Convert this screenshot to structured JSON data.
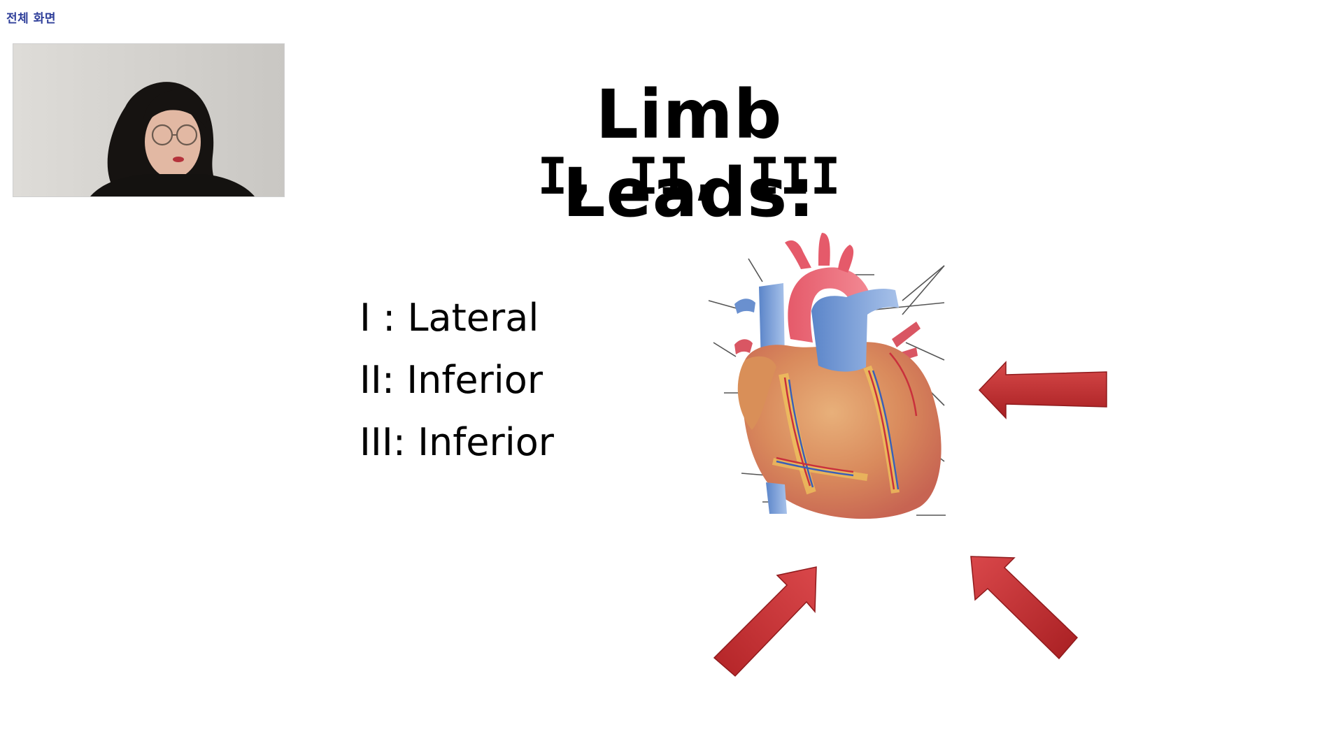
{
  "screen": {
    "fullscreen_label": "전체 화면"
  },
  "webcam": {
    "icon": "presenter-video-feed"
  },
  "slide": {
    "title": "Limb Leads:",
    "subtitle": "I, II, III",
    "leads": [
      "I : Lateral",
      "II: Inferior",
      "III: Inferior"
    ],
    "illustration": "anatomical-heart-icon",
    "arrow_color": "#c62d2e",
    "arrows": [
      "arrow-left-icon",
      "arrow-up-right-icon",
      "arrow-up-left-icon"
    ]
  }
}
